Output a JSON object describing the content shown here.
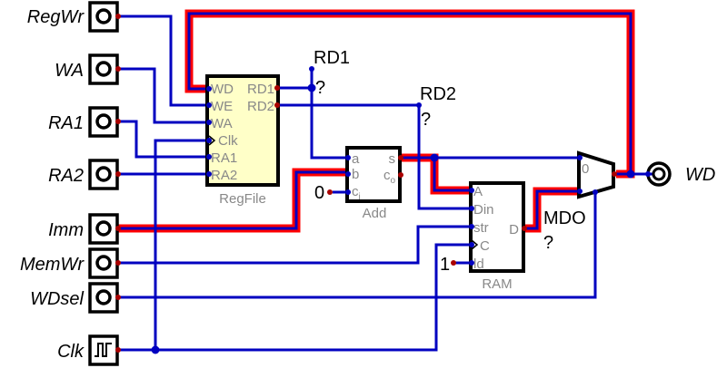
{
  "inputs": [
    {
      "label": "RegWr",
      "type": "input"
    },
    {
      "label": "WA",
      "type": "input"
    },
    {
      "label": "RA1",
      "type": "input"
    },
    {
      "label": "RA2",
      "type": "input"
    },
    {
      "label": "Imm",
      "type": "input"
    },
    {
      "label": "MemWr",
      "type": "input"
    },
    {
      "label": "WDsel",
      "type": "input"
    },
    {
      "label": "Clk",
      "type": "clock"
    }
  ],
  "output": {
    "label": "WD"
  },
  "regfile": {
    "name": "RegFile",
    "ports_left": [
      "WD",
      "WE",
      "WA",
      "Clk",
      "RA1",
      "RA2"
    ],
    "ports_right": [
      "RD1",
      "RD2"
    ]
  },
  "adder": {
    "name": "Add",
    "port_a": "a",
    "port_b": "b",
    "port_ci": "c",
    "port_ci_sub": "i",
    "port_s": "s",
    "port_co": "c",
    "port_co_sub": "o"
  },
  "ram": {
    "name": "RAM",
    "ports_left": [
      "A",
      "Din",
      "str",
      "C",
      "ld"
    ],
    "port_right": "D"
  },
  "mux": {
    "select_label": "0"
  },
  "constants": {
    "adder_ci": "0",
    "ram_ld": "1"
  },
  "probes": [
    {
      "label": "RD1",
      "value": "?"
    },
    {
      "label": "RD2",
      "value": "?"
    },
    {
      "label": "MDO",
      "value": "?"
    }
  ],
  "colors": {
    "wire": "#0000c0",
    "highlight": "#ff0000",
    "regfile_fill": "#ffffc8",
    "port_label": "#888888"
  }
}
